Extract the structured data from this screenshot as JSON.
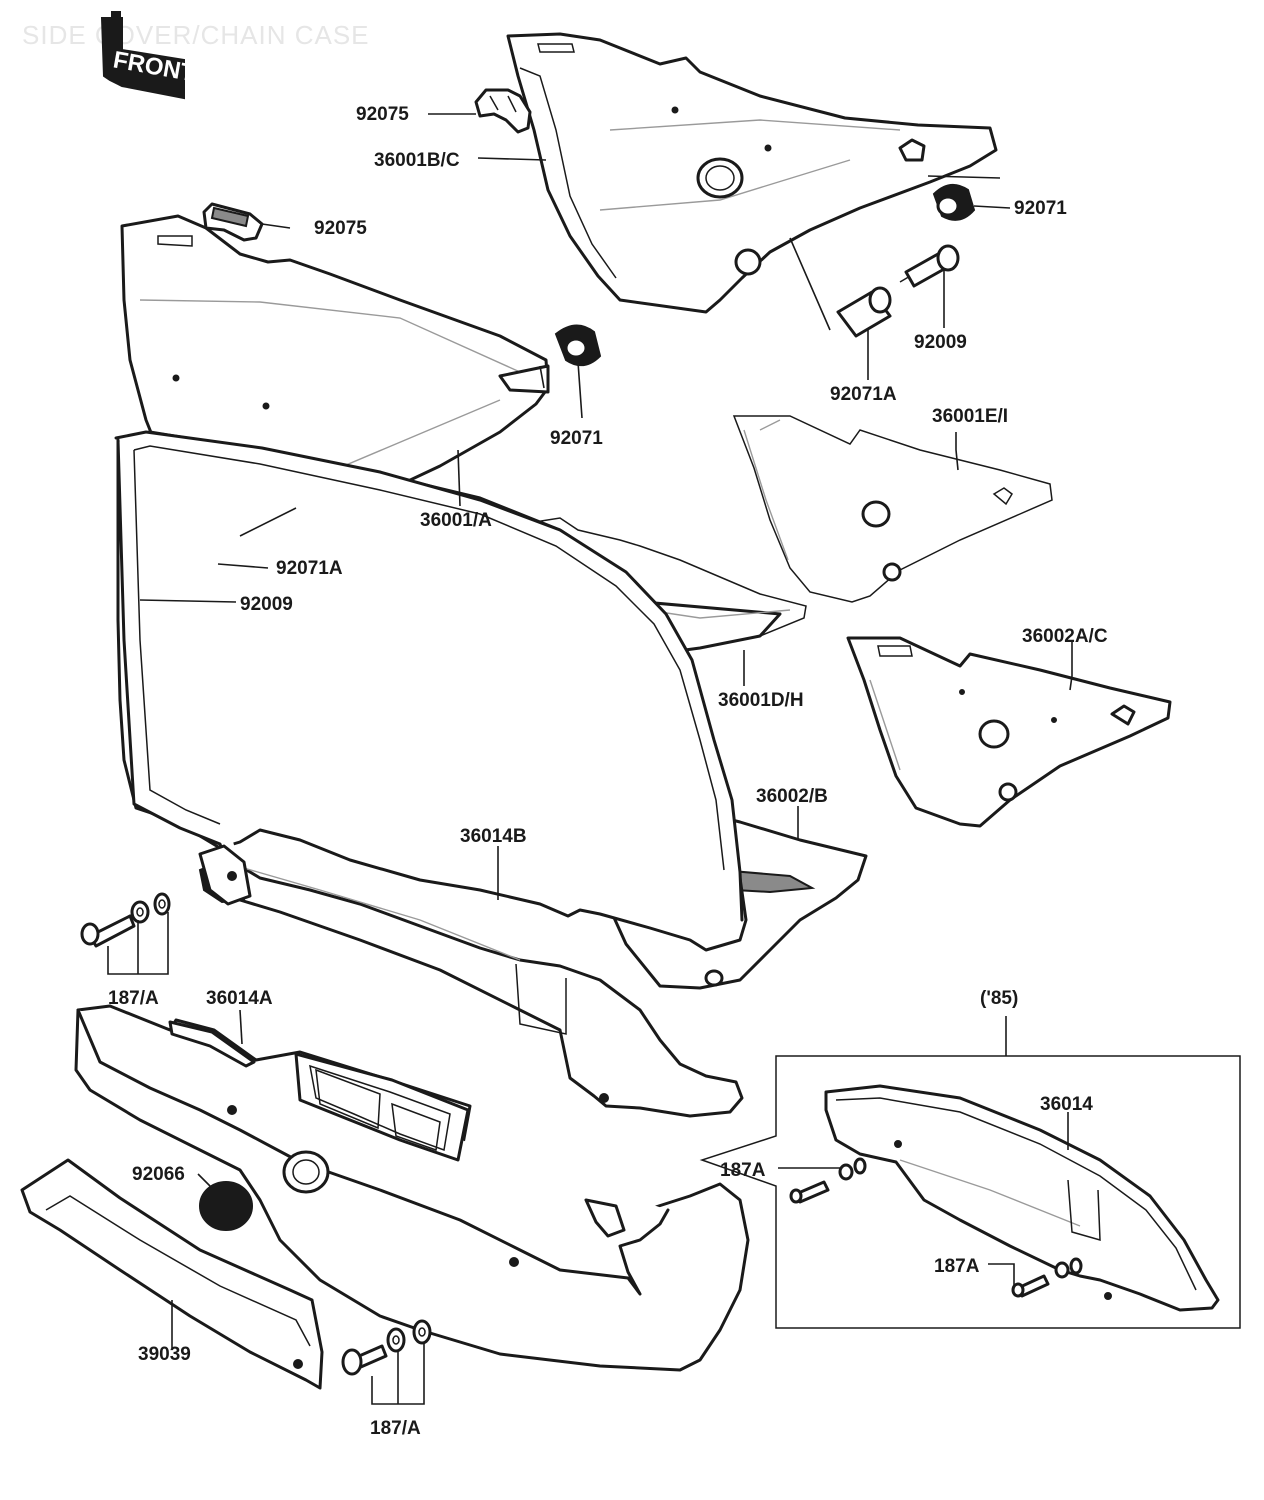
{
  "title": "SIDE COVER/CHAIN CASE",
  "front_marker": "FRONT",
  "labels": {
    "92075_top": "92075",
    "36001BC": "36001B/C",
    "92075_mid": "92075",
    "92071_right": "92071",
    "92009_right": "92009",
    "92071A_right": "92071A",
    "36001EI": "36001E/I",
    "92071_left": "92071",
    "36001A": "36001/A",
    "92071A_left": "92071A",
    "92009_left": "92009",
    "36001DH": "36001D/H",
    "36002AC": "36002A/C",
    "36002B": "36002/B",
    "36014B": "36014B",
    "187A_upper": "187/A",
    "36014A": "36014A",
    "85": "('85)",
    "36014": "36014",
    "187A_inset_top": "187A",
    "92066": "92066",
    "187A_inset_bottom": "187A",
    "39039": "39039",
    "187A_lower": "187/A"
  }
}
